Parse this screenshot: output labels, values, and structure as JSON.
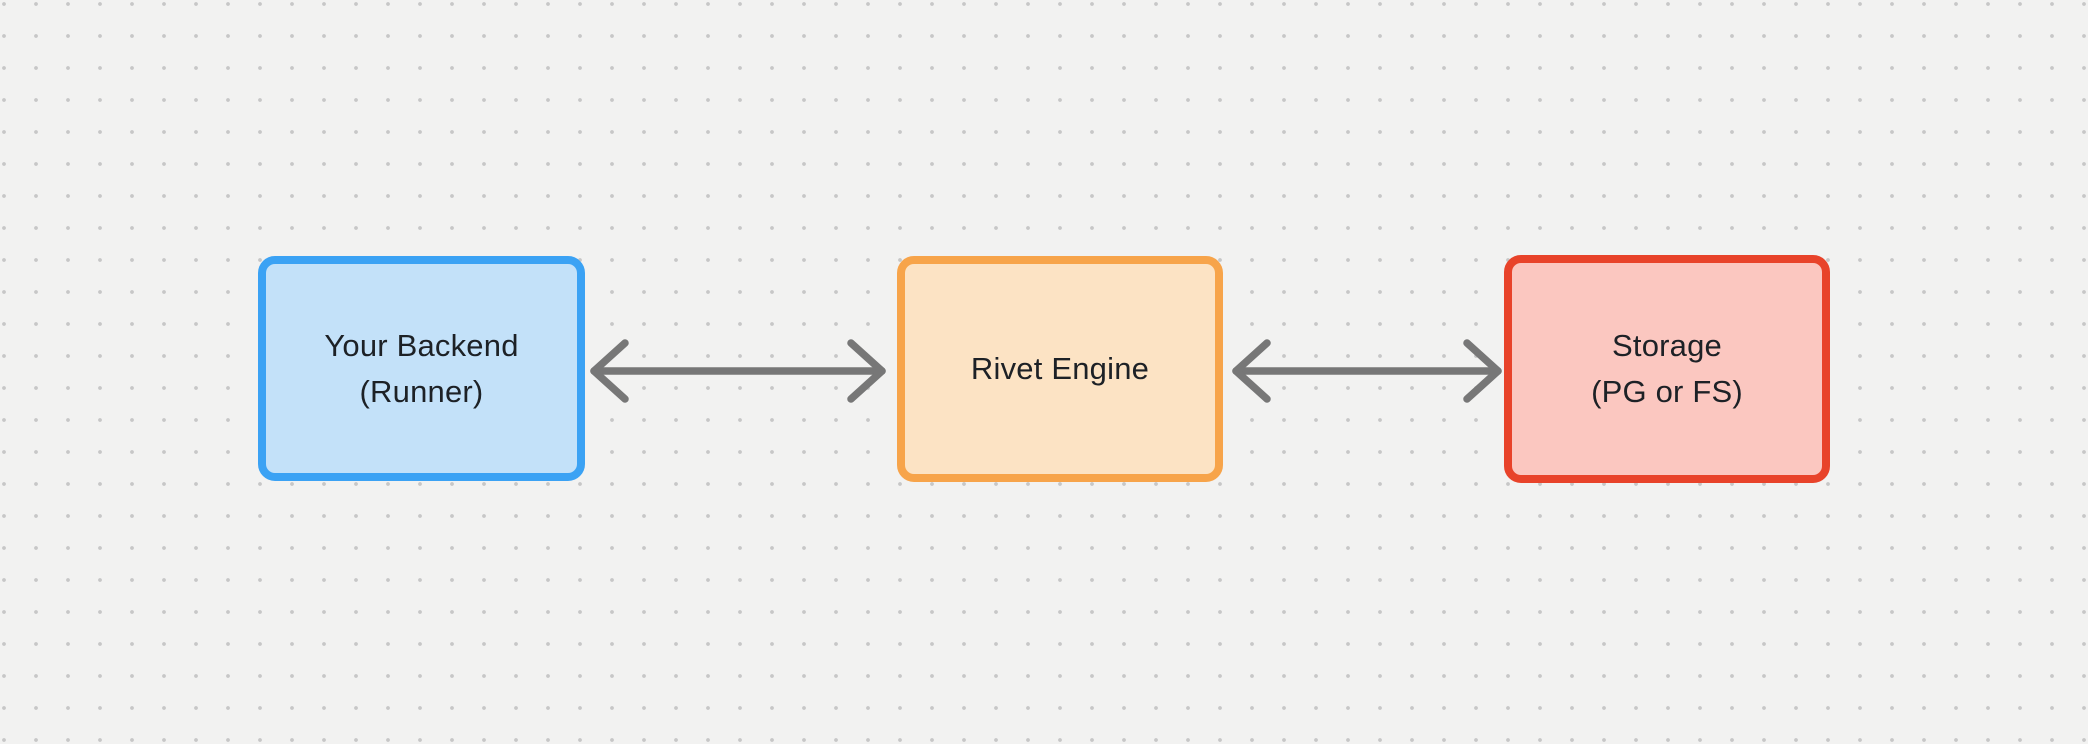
{
  "canvas": {
    "background_color": "#f2f2f1",
    "dot_color": "#c7c7c7",
    "text_color": "#1d2126",
    "arrow_color": "#777777"
  },
  "diagram": {
    "type": "flow",
    "nodes": [
      {
        "id": "your-backend",
        "lines": [
          "Your Backend",
          "(Runner)"
        ],
        "fill_color": "#c3e1f9",
        "border_color": "#3ba2f4"
      },
      {
        "id": "rivet-engine",
        "lines": [
          "Rivet Engine"
        ],
        "fill_color": "#fce3c4",
        "border_color": "#f7a44a"
      },
      {
        "id": "storage",
        "lines": [
          "Storage",
          "(PG or FS)"
        ],
        "fill_color": "#fbc7c0",
        "border_color": "#e8432a"
      }
    ],
    "edges": [
      {
        "from": "your-backend",
        "to": "rivet-engine",
        "direction": "bidirectional"
      },
      {
        "from": "rivet-engine",
        "to": "storage",
        "direction": "bidirectional"
      }
    ]
  }
}
